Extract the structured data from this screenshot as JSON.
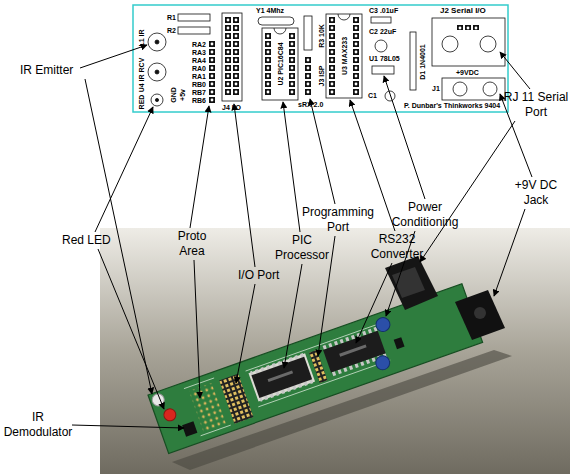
{
  "diagram": {
    "labels": [
      "IR Emitter",
      "Red LED",
      "Proto Area",
      "I/O Port",
      "PIC Processor",
      "Programming Port",
      "RS232 Converter",
      "Power Conditioning",
      "RJ 11 Serial Port",
      "+9V DC Jack",
      "IR Demodulator",
      "L1 IR",
      "U4 IR RCV",
      "RED",
      "R1",
      "R2",
      "RA2",
      "RA3",
      "RA4",
      "RA0",
      "RA1",
      "RB0",
      "RB7",
      "RB6",
      "GND",
      "+5v",
      "J4 I/O",
      "Y1 4Mhz",
      "U2 PIC16C84",
      "R3 10K",
      "J3 ISP",
      "sRX 2.0",
      "U3 MAX233",
      "C3 .01uF",
      "C2 22uF",
      "U1 78L05",
      "C1",
      "D1 1N4001",
      "J2 Serial I/O",
      "J1",
      "+9VDC",
      "P. Dunbar's Thinkworks 9404"
    ]
  }
}
